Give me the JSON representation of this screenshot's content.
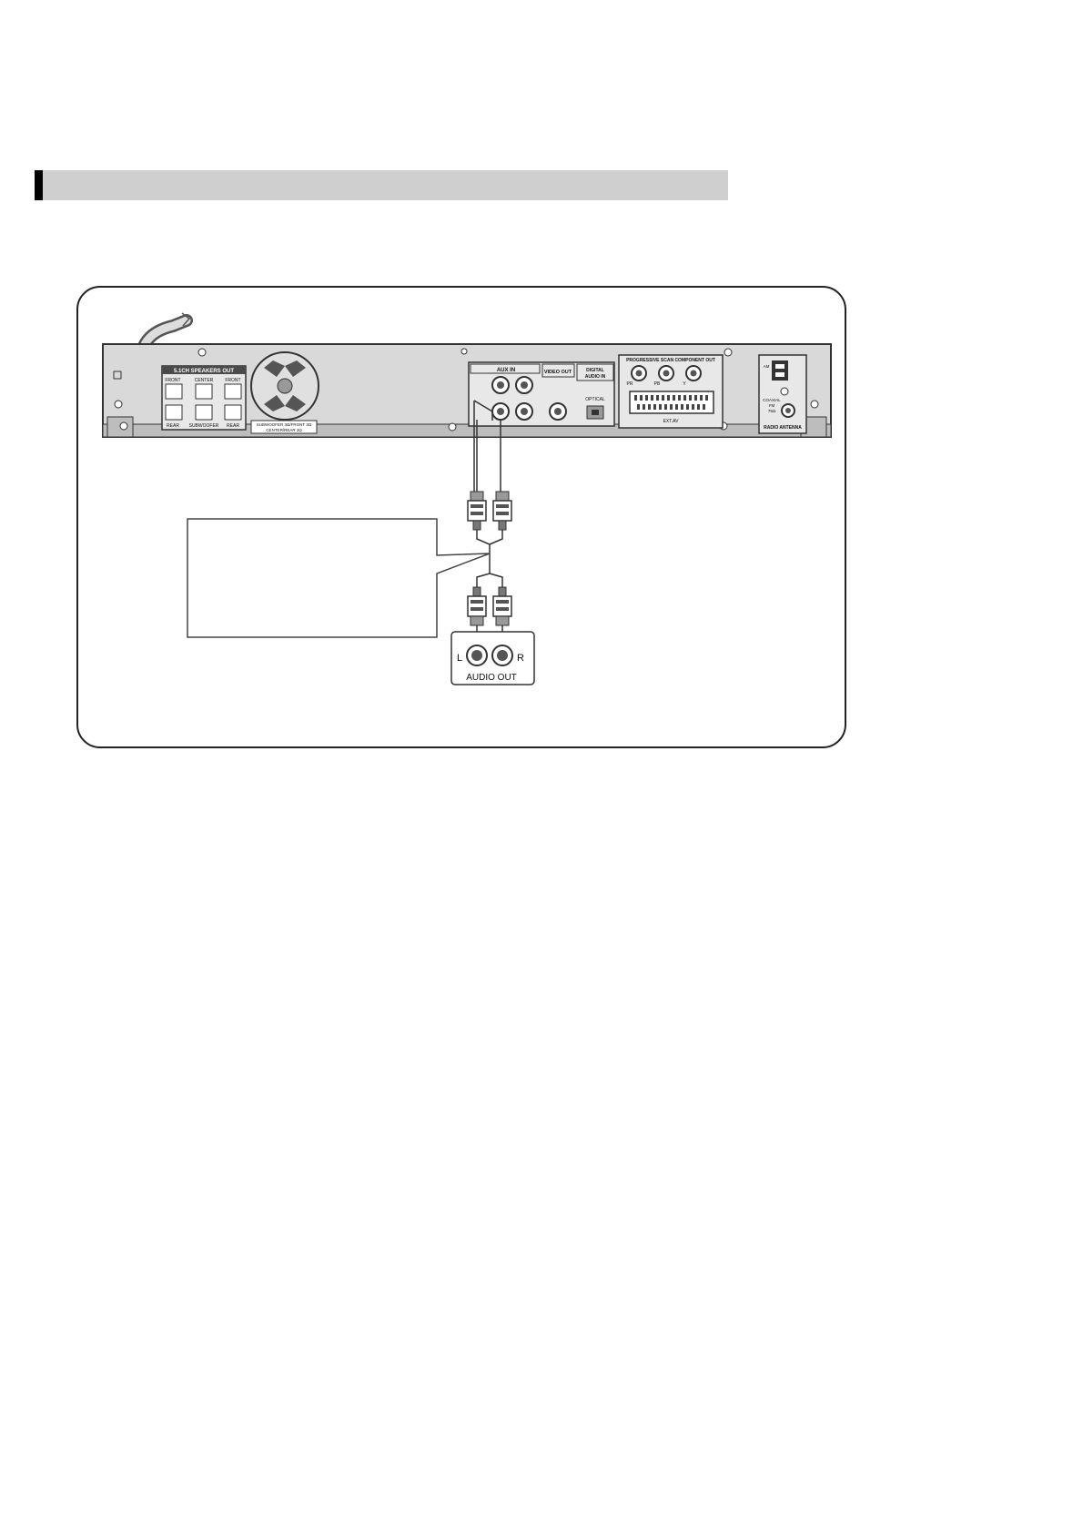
{
  "panel": {
    "speakers_title": "5.1CH SPEAKERS OUT",
    "front_label": "FRONT",
    "center_label": "CENTER",
    "rear_label": "REAR",
    "subwoofer_label": "SUBWOOFER",
    "impedance_line1": "SUBWOOFER 3Ω/FRONT 3Ω",
    "impedance_line2": "CENTER/REAR 3Ω",
    "aux_in_label": "AUX IN",
    "video_out_label": "VIDEO OUT",
    "digital_audio_label_1": "DIGITAL",
    "digital_audio_label_2": "AUDIO IN",
    "optical_label": "OPTICAL",
    "component_label": "PROGRESSIVE SCAN COMPONENT OUT",
    "pr_label": "PR",
    "pb_label": "PB",
    "y_label": "Y",
    "scart_label": "EXT.AV",
    "am_label": "AM",
    "coaxial_label": "COAXIAL",
    "fm_label": "FM",
    "ohm_label": "75Ω",
    "antenna_label": "RADIO ANTENNA"
  },
  "source": {
    "left_label": "L",
    "right_label": "R",
    "audio_out_label": "AUDIO OUT"
  },
  "colors": {
    "panel_fill": "#d9d9d9",
    "panel_dark": "#6b6b6b",
    "label_dark": "#4a4a4a",
    "section_bar": "#cfcfcf"
  }
}
